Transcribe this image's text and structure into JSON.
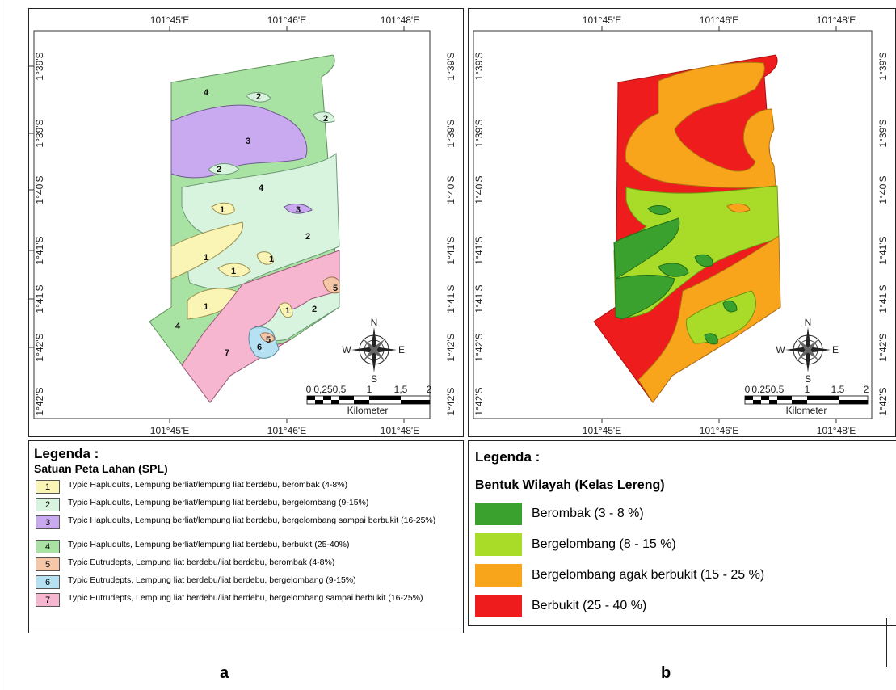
{
  "panel_a": {
    "letter": "a",
    "top_ticks": [
      "101°45'E",
      "101°46'E",
      "101°48'E"
    ],
    "bottom_ticks": [
      "101°45'E",
      "101°46'E",
      "101°48'E"
    ],
    "side_ticks": [
      "1°39'S",
      "1°39'S",
      "1°40'S",
      "1°41'S",
      "1°41'S",
      "1°42'S",
      "1°42'S"
    ],
    "unit_labels": [
      "1",
      "2",
      "3",
      "4",
      "5",
      "6",
      "7"
    ],
    "scale_numbers": [
      "0",
      "0,25",
      "0,5",
      "1",
      "1,5",
      "2"
    ],
    "scale_unit": "Kilometer",
    "compass": [
      "N",
      "E",
      "S",
      "W"
    ],
    "legend": {
      "title": "Legenda :",
      "subtitle": "Satuan Peta Lahan (SPL)",
      "items": [
        {
          "code": "1",
          "color": "#fbf5b5",
          "text": "Typic Hapludults, Lempung berliat/lempung liat berdebu, berombak (4-8%)"
        },
        {
          "code": "2",
          "color": "#d8f3de",
          "text": "Typic Hapludults, Lempung berliat/lempung liat berdebu, bergelombang (9-15%)"
        },
        {
          "code": "3",
          "color": "#c9a9ef",
          "text": "Typic Hapludults, Lempung berliat/lempung liat berdebu, bergelombang sampai berbukit (16-25%)"
        },
        {
          "code": "4",
          "color": "#a9e3a3",
          "text": "Typic Hapludults, Lempung berliat/lempung liat berdebu, berbukit (25-40%)"
        },
        {
          "code": "5",
          "color": "#f5c6a8",
          "text": "Typic Eutrudepts, Lempung liat berdebu/liat berdebu, berombak (4-8%)"
        },
        {
          "code": "6",
          "color": "#b5e1f2",
          "text": "Typic Eutrudepts, Lempung liat berdebu/liat berdebu, bergelombang (9-15%)"
        },
        {
          "code": "7",
          "color": "#f7b6cf",
          "text": "Typic Eutrudepts, Lempung liat berdebu/liat berdebu, bergelombang sampai berbukit (16-25%)"
        }
      ]
    }
  },
  "panel_b": {
    "letter": "b",
    "top_ticks": [
      "101°45'E",
      "101°46'E",
      "101°48'E"
    ],
    "bottom_ticks": [
      "101°45'E",
      "101°46'E",
      "101°48'E"
    ],
    "left_ticks": [
      "1°39'S",
      "1°39'S",
      "1°40'S",
      "1°41'S",
      "1°41'S",
      "1°42'S",
      "1°42'S"
    ],
    "right_ticks": [
      "1°39'S",
      "1°39'S",
      "1°40'S",
      "1°41'S",
      "1°41'S",
      "1°42'S",
      "1°42'S"
    ],
    "scale_numbers": [
      "0",
      "0.25",
      "0.5",
      "1",
      "1.5",
      "2"
    ],
    "scale_unit": "Kilometer",
    "compass": [
      "N",
      "E",
      "S",
      "W"
    ],
    "legend": {
      "title": "Legenda :",
      "subtitle": "Bentuk Wilayah (Kelas Lereng)",
      "items": [
        {
          "color": "#3aa02e",
          "text": "Berombak (3 - 8 %)"
        },
        {
          "color": "#a9dc28",
          "text": "Bergelombang (8 - 15 %)"
        },
        {
          "color": "#f8a51c",
          "text": "Bergelombang agak berbukit (15 - 25 %)"
        },
        {
          "color": "#ee1c1c",
          "text": "Berbukit (25 - 40 %)"
        }
      ]
    }
  }
}
